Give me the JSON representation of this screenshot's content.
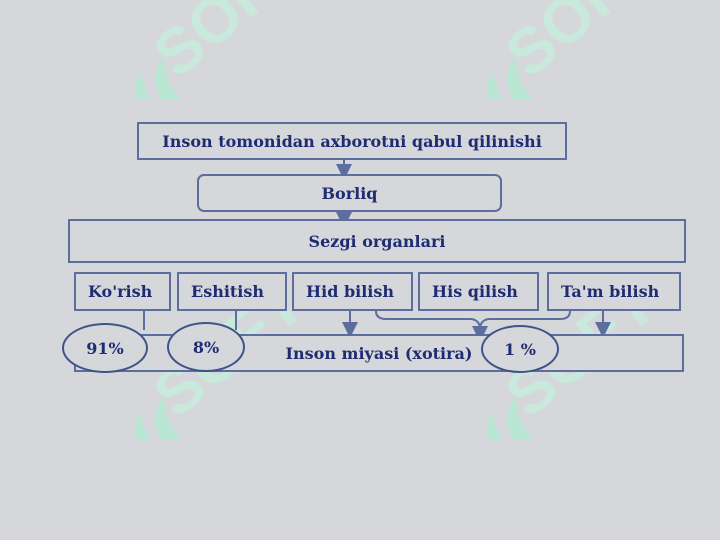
{
  "watermark": {
    "text": "SOFT",
    "color": "#b9e6d3"
  },
  "colors": {
    "text": "#1f2c72",
    "border": "#5b6e9e",
    "background": "#d6d7db"
  },
  "diagram": {
    "title": "Inson tomonidan axborotni qabul qilinishi",
    "borliq": "Borliq",
    "sezgi": "Sezgi  organlari",
    "senses": [
      "Ko'rish",
      "Eshitish",
      "Hid bilish",
      "His  qilish",
      "Ta'm bilish"
    ],
    "brain": "Inson miyasi (xotira)",
    "percents": [
      "91%",
      "8%",
      "1 %"
    ]
  }
}
